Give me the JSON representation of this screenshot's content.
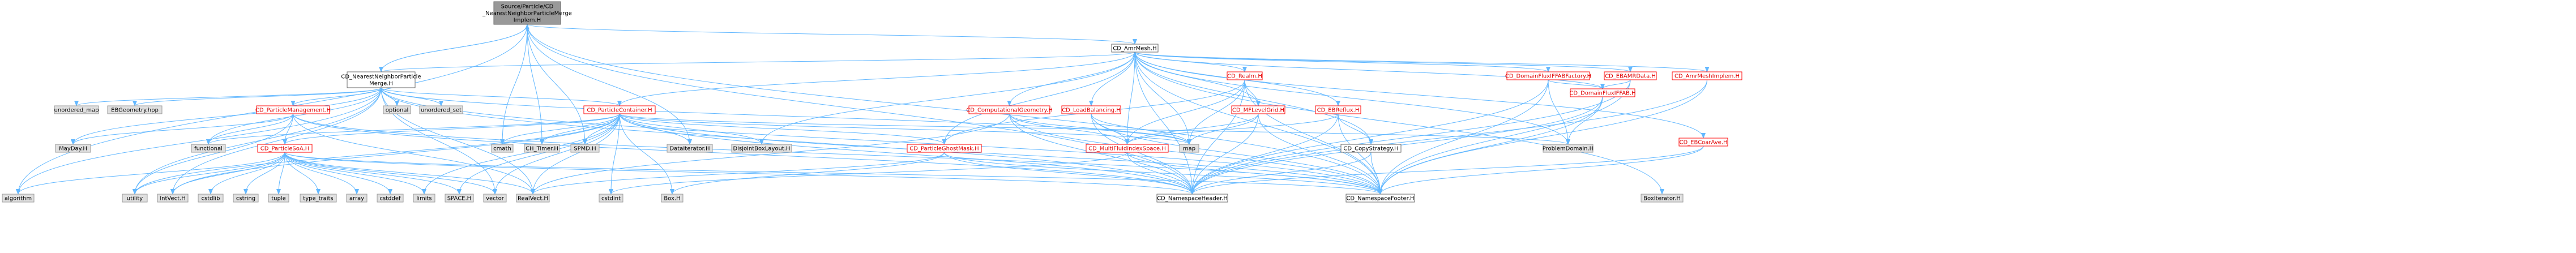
{
  "diagram": {
    "type": "include-dependency-graph",
    "colors": {
      "edge": "#63b8ff",
      "node_fill": "#ffffff",
      "node_border": "#666666",
      "root_fill": "#999999",
      "system_fill": "#e0e0e0",
      "system_border": "#999999",
      "file_border": "#ff0000",
      "red_text": "#e00000"
    },
    "nodes": [
      {
        "id": "root",
        "lines": [
          "Source/Particle/CD",
          "_NearestNeighborParticleMerge",
          "Implem.H"
        ],
        "kind": "root"
      },
      {
        "id": "nnpm",
        "lines": [
          "CD_NearestNeighborParticle",
          "Merge.H"
        ],
        "kind": "normal"
      },
      {
        "id": "amrmesh",
        "lines": [
          "CD_AmrMesh.H"
        ],
        "kind": "normal"
      },
      {
        "id": "realm",
        "lines": [
          "CD_Realm.H"
        ],
        "kind": "link"
      },
      {
        "id": "domflux_factory",
        "lines": [
          "CD_DomainFluxIFFABFactory.H"
        ],
        "kind": "link"
      },
      {
        "id": "ebamrdata",
        "lines": [
          "CD_EBAMRData.H"
        ],
        "kind": "link"
      },
      {
        "id": "amrimplem",
        "lines": [
          "CD_AmrMeshImplem.H"
        ],
        "kind": "link"
      },
      {
        "id": "partmgmt",
        "lines": [
          "CD_ParticleManagement.H"
        ],
        "kind": "link"
      },
      {
        "id": "partcont",
        "lines": [
          "CD_ParticleContainer.H"
        ],
        "kind": "link"
      },
      {
        "id": "compgeom",
        "lines": [
          "CD_ComputationalGeometry.H"
        ],
        "kind": "link"
      },
      {
        "id": "loadbal",
        "lines": [
          "CD_LoadBalancing.H"
        ],
        "kind": "link"
      },
      {
        "id": "mflevelgrid",
        "lines": [
          "CD_MFLevelGrid.H"
        ],
        "kind": "link"
      },
      {
        "id": "ebreflux",
        "lines": [
          "CD_EBReflux.H"
        ],
        "kind": "link"
      },
      {
        "id": "domflux",
        "lines": [
          "CD_DomainFluxIFFAB.H"
        ],
        "kind": "link"
      },
      {
        "id": "ebcoarave",
        "lines": [
          "CD_EBCoarAve.H"
        ],
        "kind": "link"
      },
      {
        "id": "partsoa",
        "lines": [
          "CD_ParticleSoA.H"
        ],
        "kind": "link"
      },
      {
        "id": "ghostmask",
        "lines": [
          "CD_ParticleGhostMask.H"
        ],
        "kind": "link"
      },
      {
        "id": "mfindex",
        "lines": [
          "CD_MultiFluidIndexSpace.H"
        ],
        "kind": "link"
      },
      {
        "id": "copystrat",
        "lines": [
          "CD_CopyStrategy.H"
        ],
        "kind": "normal"
      },
      {
        "id": "nsheader",
        "lines": [
          "CD_NamespaceHeader.H"
        ],
        "kind": "normal"
      },
      {
        "id": "nsfooter",
        "lines": [
          "CD_NamespaceFooter.H"
        ],
        "kind": "normal"
      },
      {
        "id": "unordered_map",
        "lines": [
          "unordered_map"
        ],
        "kind": "system"
      },
      {
        "id": "ebgeom",
        "lines": [
          "EBGeometry.hpp"
        ],
        "kind": "system"
      },
      {
        "id": "optional",
        "lines": [
          "optional"
        ],
        "kind": "system"
      },
      {
        "id": "unordered_set",
        "lines": [
          "unordered_set"
        ],
        "kind": "system"
      },
      {
        "id": "mayday",
        "lines": [
          "MayDay.H"
        ],
        "kind": "system"
      },
      {
        "id": "functional",
        "lines": [
          "functional"
        ],
        "kind": "system"
      },
      {
        "id": "algorithm",
        "lines": [
          "algorithm"
        ],
        "kind": "system"
      },
      {
        "id": "utility",
        "lines": [
          "utility"
        ],
        "kind": "system"
      },
      {
        "id": "intvect",
        "lines": [
          "IntVect.H"
        ],
        "kind": "system"
      },
      {
        "id": "cstdlib",
        "lines": [
          "cstdlib"
        ],
        "kind": "system"
      },
      {
        "id": "cstring",
        "lines": [
          "cstring"
        ],
        "kind": "system"
      },
      {
        "id": "tuple",
        "lines": [
          "tuple"
        ],
        "kind": "system"
      },
      {
        "id": "type_traits",
        "lines": [
          "type_traits"
        ],
        "kind": "system"
      },
      {
        "id": "array",
        "lines": [
          "array"
        ],
        "kind": "system"
      },
      {
        "id": "cstddef",
        "lines": [
          "cstddef"
        ],
        "kind": "system"
      },
      {
        "id": "limits",
        "lines": [
          "limits"
        ],
        "kind": "system"
      },
      {
        "id": "spaceh",
        "lines": [
          "SPACE.H"
        ],
        "kind": "system"
      },
      {
        "id": "vector",
        "lines": [
          "vector"
        ],
        "kind": "system"
      },
      {
        "id": "realvect",
        "lines": [
          "RealVect.H"
        ],
        "kind": "system"
      },
      {
        "id": "cmath",
        "lines": [
          "cmath"
        ],
        "kind": "system"
      },
      {
        "id": "chtimer",
        "lines": [
          "CH_Timer.H"
        ],
        "kind": "system"
      },
      {
        "id": "spmd",
        "lines": [
          "SPMD.H"
        ],
        "kind": "system"
      },
      {
        "id": "cstdint",
        "lines": [
          "cstdint"
        ],
        "kind": "system"
      },
      {
        "id": "dataiter",
        "lines": [
          "DataIterator.H"
        ],
        "kind": "system"
      },
      {
        "id": "disjoint",
        "lines": [
          "DisjointBoxLayout.H"
        ],
        "kind": "system"
      },
      {
        "id": "boxh",
        "lines": [
          "Box.H"
        ],
        "kind": "system"
      },
      {
        "id": "map",
        "lines": [
          "map"
        ],
        "kind": "system"
      },
      {
        "id": "probdomain",
        "lines": [
          "ProblemDomain.H"
        ],
        "kind": "system"
      },
      {
        "id": "boxiter",
        "lines": [
          "BoxIterator.H"
        ],
        "kind": "system"
      }
    ],
    "edges": [
      [
        "root",
        "nnpm"
      ],
      [
        "root",
        "amrmesh"
      ],
      [
        "root",
        "algorithm"
      ],
      [
        "root",
        "cmath"
      ],
      [
        "root",
        "chtimer"
      ],
      [
        "root",
        "spmd"
      ],
      [
        "root",
        "dataiter"
      ],
      [
        "root",
        "nsheader"
      ],
      [
        "root",
        "nsfooter"
      ],
      [
        "nnpm",
        "root"
      ],
      [
        "nnpm",
        "unordered_map"
      ],
      [
        "nnpm",
        "ebgeom"
      ],
      [
        "nnpm",
        "optional"
      ],
      [
        "nnpm",
        "unordered_set"
      ],
      [
        "nnpm",
        "mayday"
      ],
      [
        "nnpm",
        "functional"
      ],
      [
        "nnpm",
        "algorithm"
      ],
      [
        "nnpm",
        "utility"
      ],
      [
        "nnpm",
        "partmgmt"
      ],
      [
        "nnpm",
        "partcont"
      ],
      [
        "nnpm",
        "amrmesh"
      ],
      [
        "nnpm",
        "realvect"
      ],
      [
        "nnpm",
        "vector"
      ],
      [
        "nnpm",
        "map"
      ],
      [
        "nnpm",
        "nsheader"
      ],
      [
        "nnpm",
        "nsfooter"
      ],
      [
        "nnpm",
        "intvect"
      ],
      [
        "amrmesh",
        "realm"
      ],
      [
        "amrmesh",
        "domflux_factory"
      ],
      [
        "amrmesh",
        "ebamrdata"
      ],
      [
        "amrmesh",
        "amrimplem"
      ],
      [
        "amrmesh",
        "partcont"
      ],
      [
        "amrmesh",
        "compgeom"
      ],
      [
        "amrmesh",
        "loadbal"
      ],
      [
        "amrmesh",
        "mflevelgrid"
      ],
      [
        "amrmesh",
        "ebreflux"
      ],
      [
        "amrmesh",
        "domflux"
      ],
      [
        "amrmesh",
        "ebcoarave"
      ],
      [
        "amrmesh",
        "ghostmask"
      ],
      [
        "amrmesh",
        "mfindex"
      ],
      [
        "amrmesh",
        "copystrat"
      ],
      [
        "amrmesh",
        "nsheader"
      ],
      [
        "amrmesh",
        "nsfooter"
      ],
      [
        "amrmesh",
        "disjoint"
      ],
      [
        "amrmesh",
        "probdomain"
      ],
      [
        "amrmesh",
        "map"
      ],
      [
        "amrmesh",
        "boxiter"
      ],
      [
        "realm",
        "mflevelgrid"
      ],
      [
        "realm",
        "mfindex"
      ],
      [
        "realm",
        "map"
      ],
      [
        "realm",
        "nsheader"
      ],
      [
        "realm",
        "nsfooter"
      ],
      [
        "realm",
        "ghostmask"
      ],
      [
        "domflux_factory",
        "domflux"
      ],
      [
        "domflux_factory",
        "probdomain"
      ],
      [
        "domflux_factory",
        "nsheader"
      ],
      [
        "domflux_factory",
        "nsfooter"
      ],
      [
        "ebamrdata",
        "domflux"
      ],
      [
        "ebamrdata",
        "nsheader"
      ],
      [
        "ebamrdata",
        "nsfooter"
      ],
      [
        "amrimplem",
        "nsheader"
      ],
      [
        "amrimplem",
        "nsfooter"
      ],
      [
        "partmgmt",
        "partsoa"
      ],
      [
        "partmgmt",
        "functional"
      ],
      [
        "partmgmt",
        "mayday"
      ],
      [
        "partmgmt",
        "realvect"
      ],
      [
        "partmgmt",
        "nsheader"
      ],
      [
        "partmgmt",
        "nsfooter"
      ],
      [
        "partmgmt",
        "utility"
      ],
      [
        "partcont",
        "partsoa"
      ],
      [
        "partcont",
        "ghostmask"
      ],
      [
        "partcont",
        "functional"
      ],
      [
        "partcont",
        "cmath"
      ],
      [
        "partcont",
        "chtimer"
      ],
      [
        "partcont",
        "spmd"
      ],
      [
        "partcont",
        "dataiter"
      ],
      [
        "partcont",
        "disjoint"
      ],
      [
        "partcont",
        "boxh"
      ],
      [
        "partcont",
        "realvect"
      ],
      [
        "partcont",
        "vector"
      ],
      [
        "partcont",
        "cstdint"
      ],
      [
        "partcont",
        "limits"
      ],
      [
        "partcont",
        "intvect"
      ],
      [
        "partcont",
        "utility"
      ],
      [
        "partcont",
        "nsheader"
      ],
      [
        "partcont",
        "nsfooter"
      ],
      [
        "partcont",
        "probdomain"
      ],
      [
        "partcont",
        "map"
      ],
      [
        "partcont",
        "spaceh"
      ],
      [
        "compgeom",
        "mfindex"
      ],
      [
        "compgeom",
        "realvect"
      ],
      [
        "compgeom",
        "nsheader"
      ],
      [
        "compgeom",
        "nsfooter"
      ],
      [
        "compgeom",
        "map"
      ],
      [
        "loadbal",
        "mfindex"
      ],
      [
        "loadbal",
        "nsheader"
      ],
      [
        "loadbal",
        "nsfooter"
      ],
      [
        "loadbal",
        "map"
      ],
      [
        "mflevelgrid",
        "mfindex"
      ],
      [
        "mflevelgrid",
        "map"
      ],
      [
        "mflevelgrid",
        "nsheader"
      ],
      [
        "mflevelgrid",
        "nsfooter"
      ],
      [
        "ebreflux",
        "mfindex"
      ],
      [
        "ebreflux",
        "nsheader"
      ],
      [
        "ebreflux",
        "nsfooter"
      ],
      [
        "ebreflux",
        "copystrat"
      ],
      [
        "domflux",
        "probdomain"
      ],
      [
        "domflux",
        "nsheader"
      ],
      [
        "domflux",
        "nsfooter"
      ],
      [
        "ebcoarave",
        "nsheader"
      ],
      [
        "ebcoarave",
        "nsfooter"
      ],
      [
        "partsoa",
        "algorithm"
      ],
      [
        "partsoa",
        "utility"
      ],
      [
        "partsoa",
        "intvect"
      ],
      [
        "partsoa",
        "cstdlib"
      ],
      [
        "partsoa",
        "cstring"
      ],
      [
        "partsoa",
        "tuple"
      ],
      [
        "partsoa",
        "type_traits"
      ],
      [
        "partsoa",
        "array"
      ],
      [
        "partsoa",
        "cstddef"
      ],
      [
        "partsoa",
        "limits"
      ],
      [
        "partsoa",
        "spaceh"
      ],
      [
        "partsoa",
        "vector"
      ],
      [
        "partsoa",
        "realvect"
      ],
      [
        "partsoa",
        "nsheader"
      ],
      [
        "partsoa",
        "nsfooter"
      ],
      [
        "ghostmask",
        "boxh"
      ],
      [
        "ghostmask",
        "realvect"
      ],
      [
        "ghostmask",
        "nsheader"
      ],
      [
        "ghostmask",
        "nsfooter"
      ],
      [
        "mfindex",
        "nsheader"
      ],
      [
        "mfindex",
        "nsfooter"
      ],
      [
        "mfindex",
        "cstdint"
      ],
      [
        "copystrat",
        "nsheader"
      ],
      [
        "copystrat",
        "nsfooter"
      ]
    ]
  }
}
